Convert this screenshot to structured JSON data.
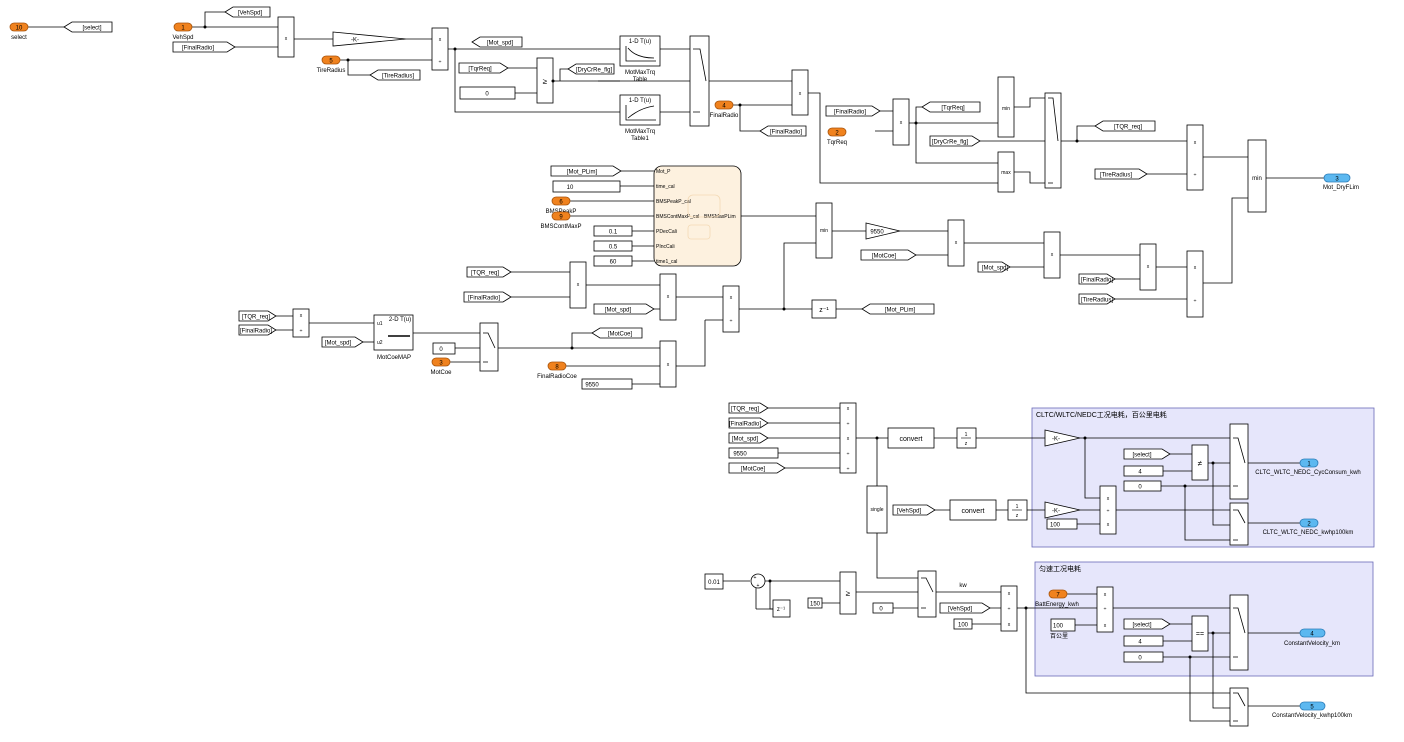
{
  "diagram": {
    "top": {
      "select_port": "10",
      "select_label": "select",
      "select_goto": "[select]",
      "vehspd_port": "1",
      "vehspd_label": "VehSpd",
      "vehspd_goto": "[VehSpd]",
      "finalradio_from": "[FinalRadio]",
      "gain_k": "-K-",
      "tireradius_port": "5",
      "tireradius_label": "TireRadius",
      "tireradius_goto": "[TireRadius]",
      "motspd_goto": "[Mot_spd]",
      "tqrreq_from": "[TqrReq]",
      "ge_sym": "≥",
      "drycrire_goto": "[DryCrRe_flg]",
      "zero_const": "0",
      "lut1_title": "1-D T(u)",
      "lut1_label1": "MotMaxTrq",
      "lut1_label2": "Table",
      "lut2_title": "1-D T(u)",
      "lut2_label1": "MotMaxTrq",
      "lut2_label2": "Table1",
      "finalradio_port": "4",
      "finalradio_label": "FinalRadio",
      "finalradio_goto": "[FinalRadio]",
      "fr_from2": "[FinalRadio]",
      "tqrreq_port": "2",
      "tqrreq_label": "TqrReq",
      "tqrreq_goto": "[TqrReq]",
      "drycr_from": "[DryCrRe_flg]",
      "min_label": "min",
      "max_label": "max",
      "tqr_req_goto": "[TQR_req]",
      "tireradius_from": "[TireRadius]",
      "min2_label": "min",
      "out3_port": "3",
      "out3_label": "Mot_DryFLim"
    },
    "middle": {
      "motplim_from": "[Mot_PLim]",
      "c10": "10",
      "bmspeakp_port": "6",
      "bmspeakp_label": "BMSPeakP",
      "bmscont_port": "9",
      "bmscont_label": "BMSContMaxP",
      "c01": "0.1",
      "c05": "0.5",
      "c60": "60",
      "chart_ports": [
        "Mot_P",
        "time_cal",
        "BMSPeakP_cal",
        "BMSContMaxP_cal",
        "PDecCali",
        "PIncCali",
        "time1_cal"
      ],
      "chart_out": "BMSMaxPLim",
      "min3_label": "min",
      "c9550": "9550",
      "motcoe_from": "[MotCoe]",
      "motspd_from": "[Mot_spd]",
      "finalradio_from": "[FinalRadio]",
      "tireradius_from": "[TireRadius]",
      "tqr_from": "[TQR_req]",
      "finalradio_from2": "[FinalRadio]",
      "motspd_from2": "[Mot_spd]",
      "unit_delay": "z⁻¹",
      "motplim_goto": "[Mot_PLim]",
      "tqr_from2": "[TQR_req]",
      "finalradio_from3": "[FinalRadio]",
      "motspd_from3": "[Mot_spd]",
      "lut2d_title": "2-D T(u)",
      "lut2d_label": "MotCoeMAP",
      "lut2d_u1": "u1",
      "lut2d_u2": "u2",
      "c0": "0",
      "motcoe_port": "3",
      "motcoe_label": "MotCoe",
      "motcoe_goto": "[MotCoe]",
      "frc_port": "8",
      "frc_label": "FinalRadioCoe",
      "c9550b": "9550"
    },
    "bottom": {
      "tqr_from": "[TQR_req]",
      "fr_from": "[FinalRadio]",
      "motspd_from": "[Mot_spd]",
      "c9550": "9550",
      "motcoe_from": "[MotCoe]",
      "convert1": "convert",
      "convert2": "convert",
      "int_num": "1",
      "int_den": "z",
      "single_label": "single",
      "vehspd_from": "[VehSpd]",
      "c100": "100",
      "c001": "0.01",
      "delay2": "z⁻¹",
      "c150": "150",
      "ge_sym": "≥",
      "c0": "0",
      "kw_label": "kw",
      "vehspd_from2": "[VehSpd]",
      "c100b": "100",
      "sub1_title": "CLTC/WLTC/NEDC工况电耗，百公里电耗",
      "sub1_gain1": "-K-",
      "sub1_gain2": "-K-",
      "sub1_select": "[select]",
      "sub1_c4": "4",
      "sub1_c0": "0",
      "sub1_ne": "≠",
      "sub1_c100": "100",
      "out1_port": "1",
      "out1_label": "CLTC_WLTC_NEDC_CycConsum_kwh",
      "out2_port": "2",
      "out2_label": "CLTC_WLTC_NEDC_kwhp100km",
      "sub2_title": "匀速工况电耗",
      "batt_port": "7",
      "batt_label": "BattEnergy_kwh",
      "sub2_c100": "100",
      "sub2_c100_label": "百公里",
      "sub2_select": "[select]",
      "sub2_c4": "4",
      "sub2_c0": "0",
      "sub2_eq": "==",
      "out4_port": "4",
      "out4_label": "ConstantVelocity_km",
      "out5_port": "5",
      "out5_label": "ConstantVelocity_kwhp100km"
    }
  }
}
